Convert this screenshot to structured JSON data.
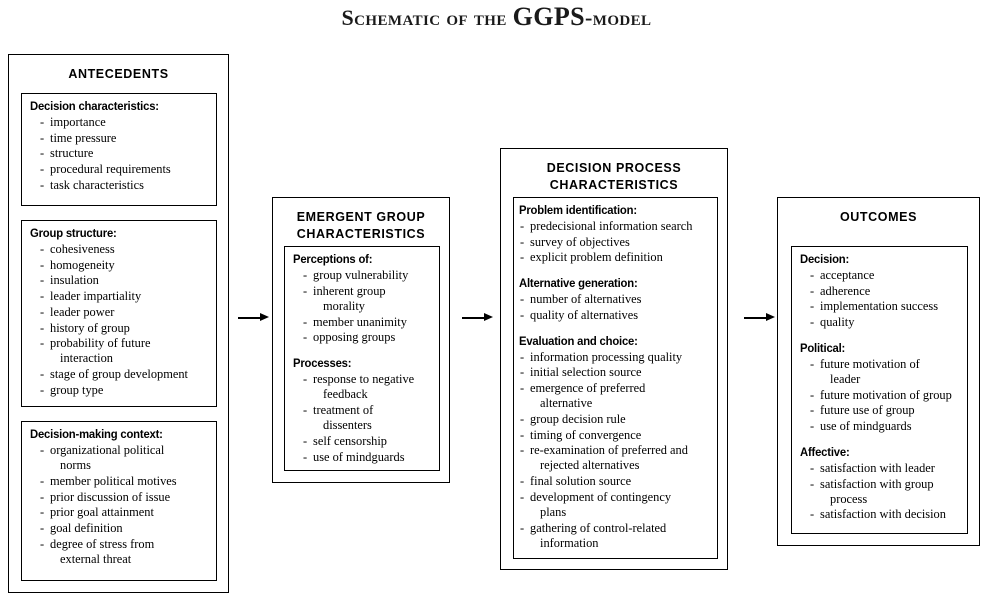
{
  "title": {
    "small_caps_prefix": "Schematic of the ",
    "bold_part": "GGPS",
    "suffix": "-model"
  },
  "columns": [
    {
      "header": "ANTECEDENTS",
      "groups": [
        {
          "heading": "Decision characteristics:",
          "items": [
            {
              "text": "importance"
            },
            {
              "text": "time pressure"
            },
            {
              "text": "structure"
            },
            {
              "text": "procedural requirements"
            },
            {
              "text": "task characteristics"
            }
          ]
        },
        {
          "heading": "Group structure:",
          "items": [
            {
              "text": "cohesiveness"
            },
            {
              "text": "homogeneity"
            },
            {
              "text": "insulation"
            },
            {
              "text": "leader impartiality"
            },
            {
              "text": "leader power"
            },
            {
              "text": "history of group"
            },
            {
              "text": "probability of future",
              "cont": "interaction"
            },
            {
              "text": "stage of group development"
            },
            {
              "text": "group type"
            }
          ]
        },
        {
          "heading": "Decision-making context:",
          "items": [
            {
              "text": "organizational political",
              "cont": "norms"
            },
            {
              "text": "member political motives"
            },
            {
              "text": "prior discussion of issue"
            },
            {
              "text": "prior goal attainment"
            },
            {
              "text": "goal definition"
            },
            {
              "text": "degree of stress from",
              "cont": "external threat"
            }
          ]
        }
      ]
    },
    {
      "header": "EMERGENT GROUP\nCHARACTERISTICS",
      "header_line1": "EMERGENT GROUP",
      "header_line2": "CHARACTERISTICS",
      "groups": [
        {
          "heading": "Perceptions of:",
          "items": [
            {
              "text": "group vulnerability"
            },
            {
              "text": "inherent group",
              "cont": "morality"
            },
            {
              "text": "member unanimity"
            },
            {
              "text": "opposing groups"
            }
          ]
        },
        {
          "heading": "Processes:",
          "items": [
            {
              "text": "response to negative",
              "cont": "feedback"
            },
            {
              "text": "treatment of",
              "cont": "dissenters"
            },
            {
              "text": "self censorship"
            },
            {
              "text": "use of mindguards"
            }
          ]
        }
      ]
    },
    {
      "header_line1": "DECISION PROCESS",
      "header_line2": "CHARACTERISTICS",
      "groups": [
        {
          "heading": "Problem identification:",
          "items": [
            {
              "text": "predecisional information search"
            },
            {
              "text": "survey of objectives"
            },
            {
              "text": "explicit problem definition"
            }
          ]
        },
        {
          "heading": "Alternative generation:",
          "items": [
            {
              "text": "number of alternatives"
            },
            {
              "text": "quality of alternatives"
            }
          ]
        },
        {
          "heading": "Evaluation and choice:",
          "items": [
            {
              "text": "information processing quality"
            },
            {
              "text": "initial selection source"
            },
            {
              "text": "emergence of preferred",
              "cont": "alternative"
            },
            {
              "text": "group decision rule"
            },
            {
              "text": "timing of convergence"
            },
            {
              "text": "re-examination of preferred and",
              "cont": "rejected alternatives"
            },
            {
              "text": "final solution source"
            },
            {
              "text": "development of contingency",
              "cont": "plans"
            },
            {
              "text": "gathering of control-related",
              "cont": "information"
            }
          ]
        }
      ]
    },
    {
      "header": "OUTCOMES",
      "groups": [
        {
          "heading": "Decision:",
          "items": [
            {
              "text": "acceptance"
            },
            {
              "text": "adherence"
            },
            {
              "text": "implementation success"
            },
            {
              "text": "quality"
            }
          ]
        },
        {
          "heading": "Political:",
          "items": [
            {
              "text": "future motivation of",
              "cont": "leader"
            },
            {
              "text": "future motivation of group"
            },
            {
              "text": "future use of group"
            },
            {
              "text": "use of mindguards"
            }
          ]
        },
        {
          "heading": "Affective:",
          "items": [
            {
              "text": "satisfaction with leader"
            },
            {
              "text": "satisfaction with group",
              "cont": "process"
            },
            {
              "text": "satisfaction with decision"
            }
          ]
        }
      ]
    }
  ],
  "arrows": [
    {
      "name": "arrow-antecedents-to-emergent"
    },
    {
      "name": "arrow-emergent-to-decision-process"
    },
    {
      "name": "arrow-decision-process-to-outcomes"
    }
  ],
  "colors": {
    "line": "#000000",
    "background": "#ffffff",
    "title": "#1a1a1a"
  }
}
